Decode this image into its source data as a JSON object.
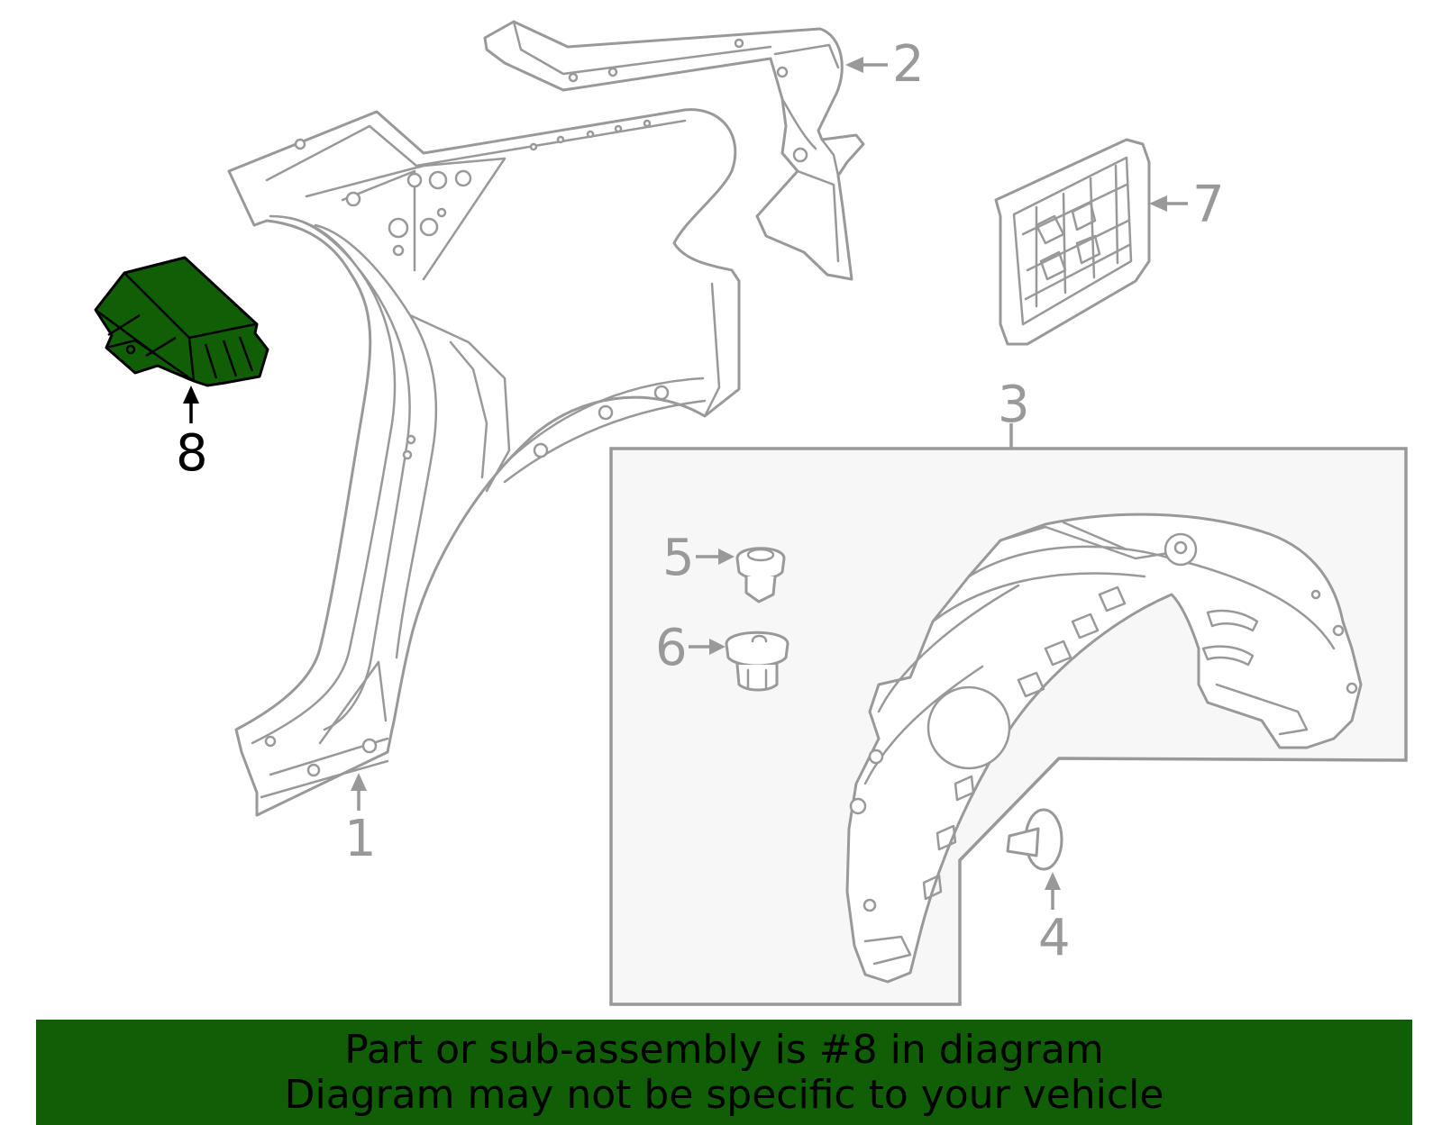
{
  "callouts": {
    "c1": "1",
    "c2": "2",
    "c3": "3",
    "c4": "4",
    "c5": "5",
    "c6": "6",
    "c7": "7",
    "c8": "8"
  },
  "highlight": {
    "part_number": "8",
    "color": "#105e05"
  },
  "colors": {
    "line": "#999999",
    "box_fill": "#f7f7f7",
    "banner_bg": "#105e05",
    "banner_text": "#000000"
  },
  "banner": {
    "line1": "Part or sub-assembly is #8 in diagram",
    "line2": "Diagram may not be specific to your vehicle"
  }
}
